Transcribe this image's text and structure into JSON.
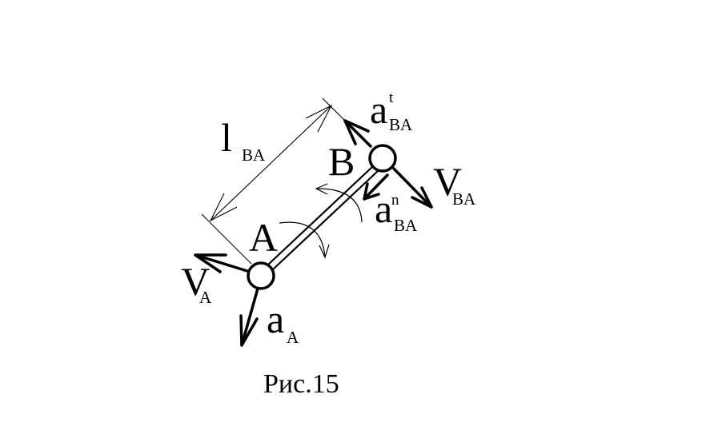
{
  "figure": {
    "point_a": "A",
    "point_b": "B",
    "length": {
      "symbol": "l",
      "subscript": "BA"
    },
    "velocity_a": {
      "symbol": "V",
      "subscript": "A"
    },
    "velocity_ba": {
      "symbol": "V",
      "subscript": "BA"
    },
    "accel_a": {
      "symbol": "a",
      "subscript": "A"
    },
    "accel_ba_t": {
      "symbol": "a",
      "superscript": "t",
      "subscript": "BA"
    },
    "accel_ba_n": {
      "symbol": "a",
      "superscript": "n",
      "subscript": "BA"
    },
    "caption": "Рис.15",
    "colors": {
      "ink": "#000000",
      "background": "#ffffff"
    }
  }
}
